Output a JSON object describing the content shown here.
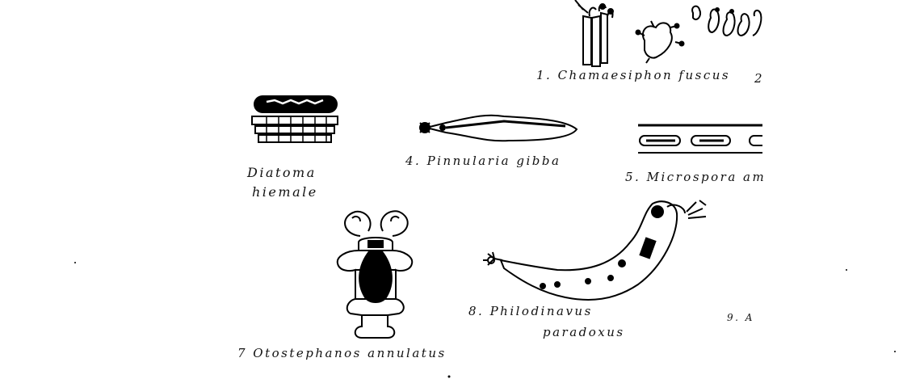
{
  "labels": {
    "chamaesiphon": "1. Chamaesiphon  fuscus",
    "cut2": "2",
    "diatoma_1": "Diatoma",
    "diatoma_2": "hiemale",
    "pinnularia": "4. Pinnularia  gibba",
    "microspora": "5. Microspora  am",
    "otostephanos": "7  Otostephanos  annulatus",
    "philodina_1": "8. Philodinavus",
    "philodina_2": "paradoxus",
    "cut9": "9.  A"
  }
}
